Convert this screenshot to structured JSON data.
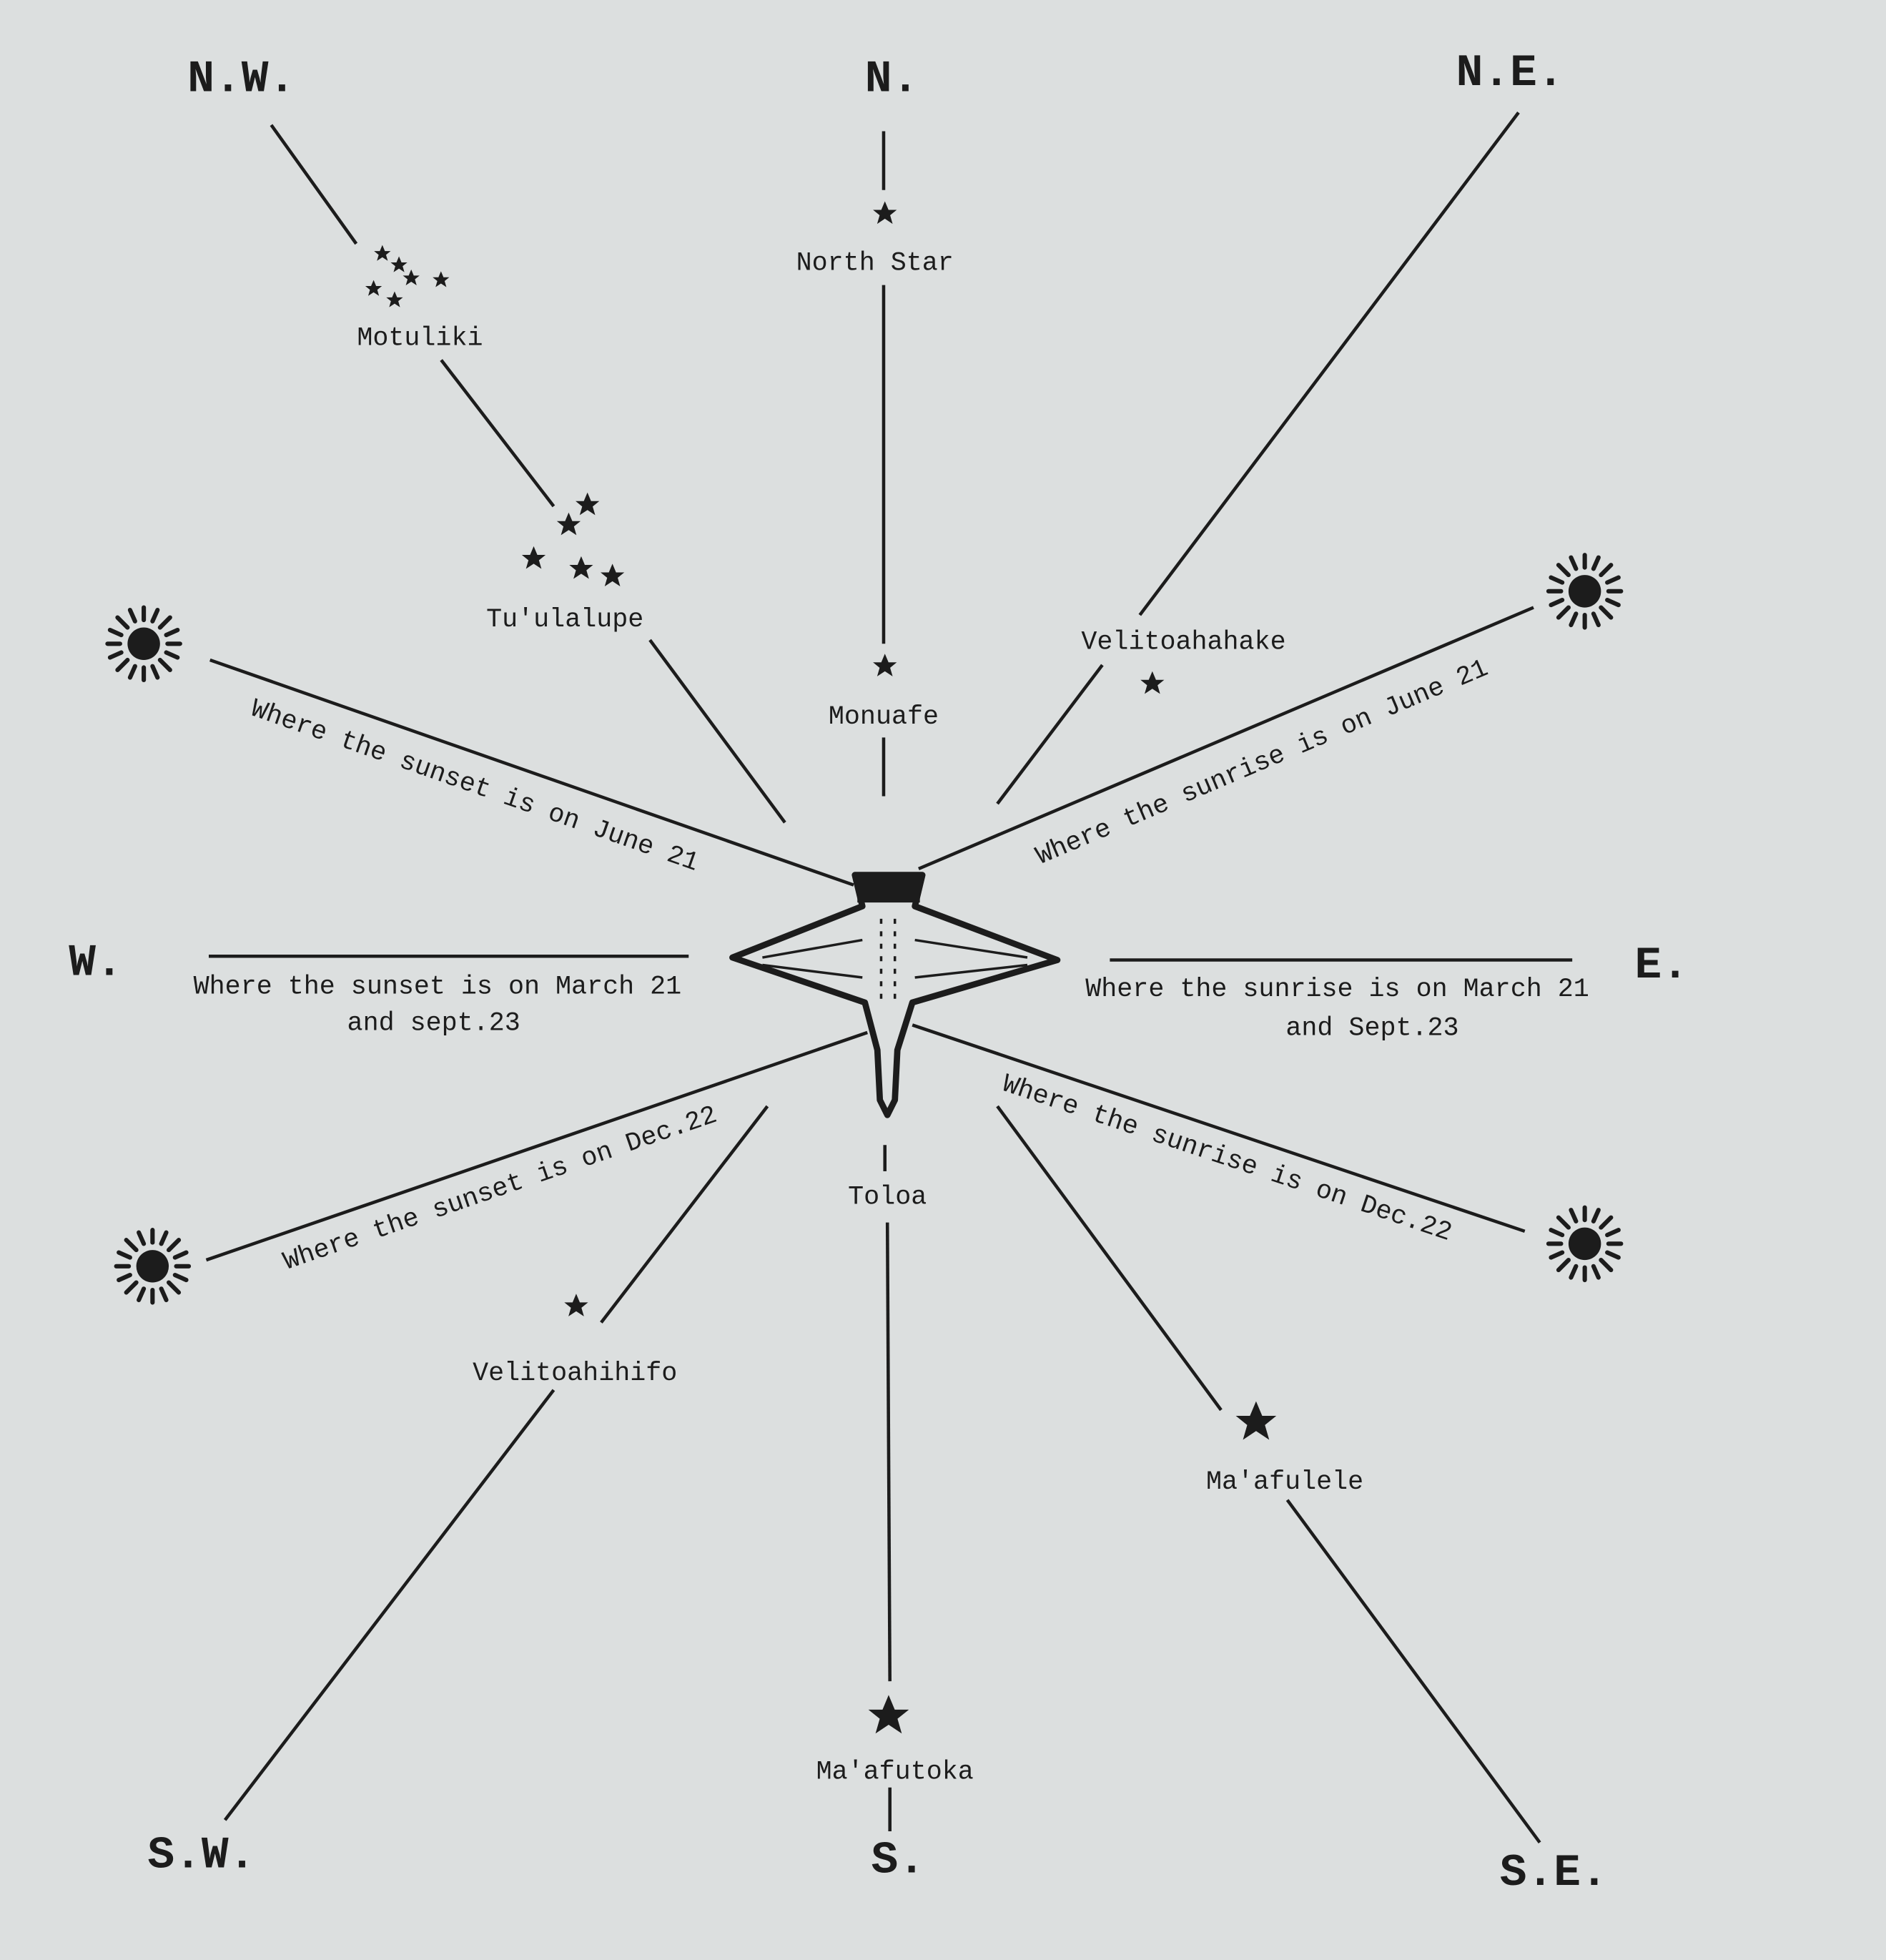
{
  "compass": {
    "n": "N.",
    "ne": "N.E.",
    "e": "E.",
    "se": "S.E.",
    "s": "S.",
    "sw": "S.W.",
    "w": "W.",
    "nw": "N.W."
  },
  "stars": {
    "north_star": "North Star",
    "monuafe": "Monuafe",
    "motuliki": "Motuliki",
    "tuulalupe": "Tu'ulalupe",
    "velitoahahake": "Velitoahahake",
    "velitoahihifo": "Velitoahihifo",
    "toloa": "Toloa",
    "maafulele": "Ma'afulele",
    "maafutoka": "Ma'afutoka"
  },
  "sun_lines": {
    "sunset_june": "Where the sunset is on June 21",
    "sunrise_june": "Where the sunrise is on June 21",
    "sunset_march_1": "Where the sunset is on March 21",
    "sunset_march_2": "and sept.23",
    "sunrise_march_1": "Where the sunrise is on March 21",
    "sunrise_march_2": "and Sept.23",
    "sunset_dec": "Where the sunset is on Dec.22",
    "sunrise_dec": "Where the sunrise is on Dec.22"
  },
  "colors": {
    "ink": "#1c1c1c",
    "paper": "#dcdfdf"
  }
}
